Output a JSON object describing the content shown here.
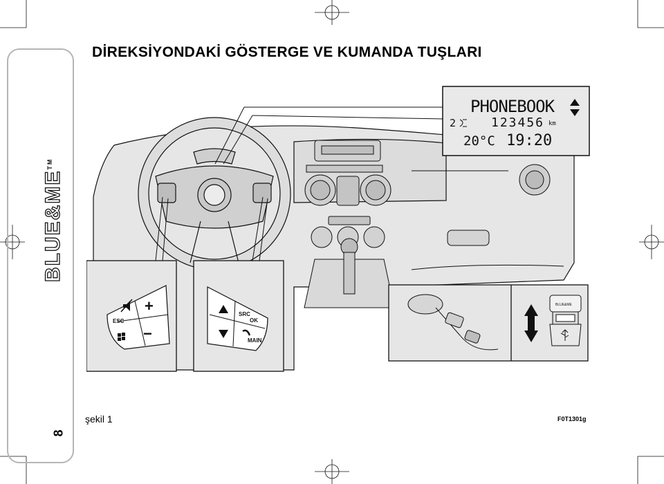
{
  "page": {
    "title": "DİREKSİYONDAKİ GÖSTERGE VE KUMANDA TUŞLARI",
    "side_brand": "BLUE&ME",
    "trademark": "TM",
    "page_number": "8",
    "figure_caption": "şekil 1",
    "figure_code": "F0T1301g"
  },
  "display": {
    "title": "PHONEBOOK",
    "status_left": "2",
    "odometer": "123456",
    "odometer_unit": "km",
    "temperature": "20°C",
    "clock": "19:20"
  },
  "left_controls": {
    "esc_label": "ESC",
    "plus_glyph": "+",
    "minus_glyph": "−"
  },
  "right_controls": {
    "src_label": "SRC",
    "ok_label": "OK",
    "main_label": "MAIN"
  },
  "usb_module": {
    "label": "BLUE&ME"
  },
  "colors": {
    "ink": "#111111",
    "panel_fill": "#e6e6e6",
    "frame": "#b5b5b5"
  }
}
